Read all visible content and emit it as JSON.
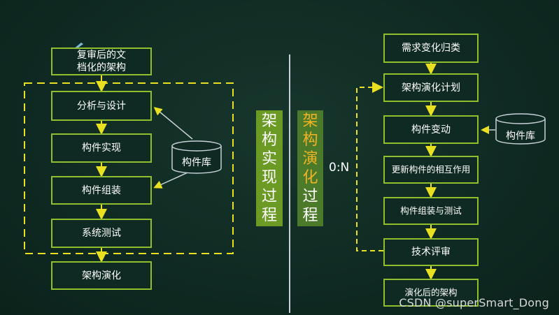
{
  "left": {
    "top_box": "复审后的文\n档化的架构",
    "steps": [
      "分析与设计",
      "构件实现",
      "构件组装",
      "系统测试"
    ],
    "bottom_box": "架构演化",
    "library": "构件库"
  },
  "center": {
    "realize_chars": [
      "架",
      "构",
      "实",
      "现",
      "过",
      "程"
    ],
    "evolve_chars": [
      "架",
      "构",
      "演",
      "化",
      "过",
      "程"
    ],
    "ratio": "0:N",
    "colors": {
      "realize_bg": "#6b9a25",
      "evolve_bg": "#4a7a2a",
      "evolve_highlight": "#f2b324"
    }
  },
  "right": {
    "steps": [
      "需求变化归类",
      "架构演化计划",
      "构件变动",
      "更新构件的相互作用",
      "构件组装与测试",
      "技术评审",
      "演化后的架构"
    ],
    "library": "构件库"
  },
  "watermark": "CSDN @superSmart_Dong",
  "colors": {
    "box_border": "#8fbf2d",
    "arrow": "#e8e020",
    "dash": "#e8e020",
    "background": "#0f2a22"
  }
}
